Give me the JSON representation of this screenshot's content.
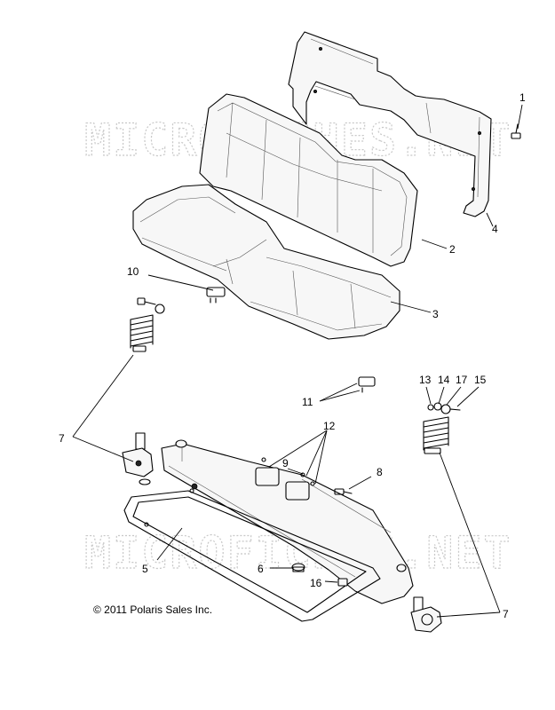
{
  "watermark": "MICROFICHES.NET",
  "copyright": "© 2011 Polaris Sales Inc.",
  "callouts": {
    "c1": "1",
    "c2": "2",
    "c3": "3",
    "c4": "4",
    "c5": "5",
    "c6": "6",
    "c7a": "7",
    "c7b": "7",
    "c8": "8",
    "c9": "9",
    "c10": "10",
    "c11": "11",
    "c12": "12",
    "c13": "13",
    "c14": "14",
    "c15": "15",
    "c16": "16",
    "c17": "17"
  },
  "colors": {
    "line": "#000000",
    "watermark": "#c8c8c8",
    "background": "#ffffff"
  }
}
